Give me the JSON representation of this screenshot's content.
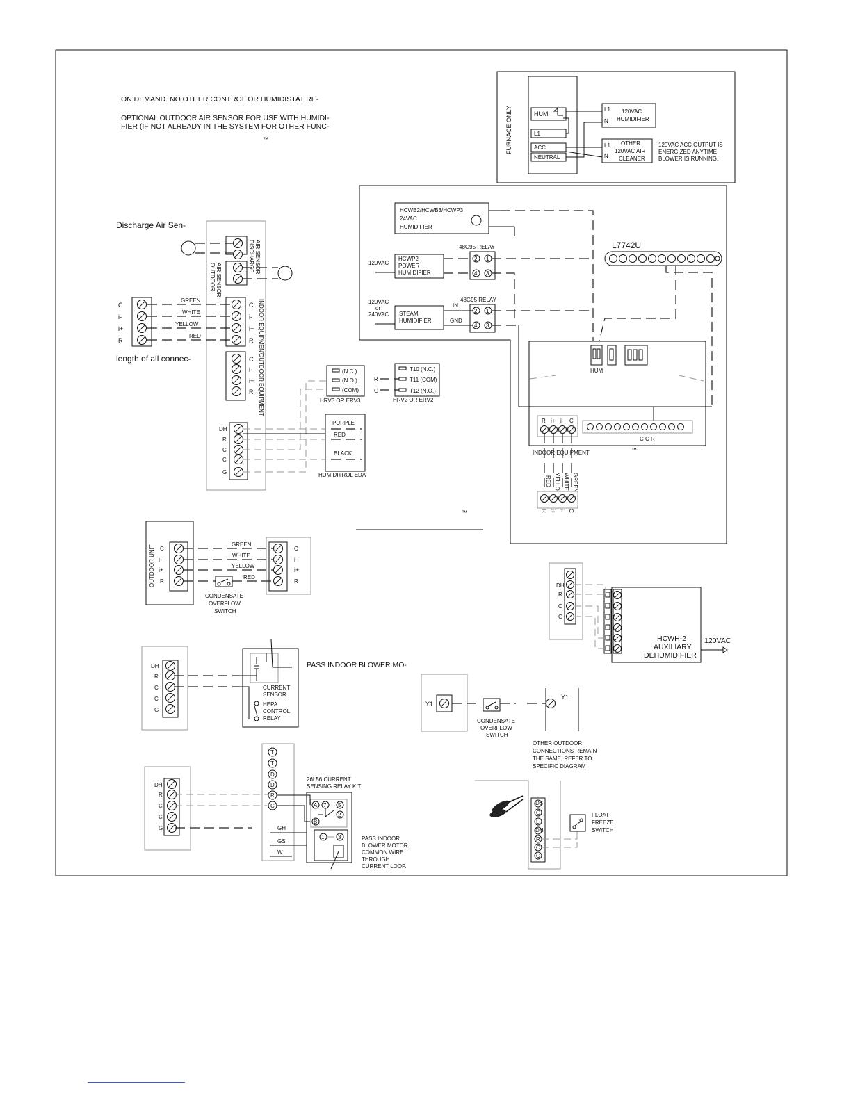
{
  "notes": {
    "n1": "ON DEMAND. NO OTHER CONTROL OR HUMIDISTAT RE-",
    "n2a": "OPTIONAL OUTDOOR AIR SENSOR FOR USE WITH HUMIDI-",
    "n2b": "FIER (IF NOT ALREADY IN THE SYSTEM FOR OTHER FUNC-",
    "tm": "™",
    "discharge": "Discharge Air Sen-",
    "length": "length of all connec-"
  },
  "furnace_box": {
    "vertical": "FURNACE ONLY",
    "hum": "HUM",
    "l1": "L1",
    "acc": "ACC",
    "neutral": "NEUTRAL",
    "r_l1": "L1",
    "r_n": "N",
    "hum_dev_a": "120VAC",
    "hum_dev_b": "HUMIDIFIER",
    "r2_l1": "L1",
    "r2_n": "N",
    "cleaner_a": "OTHER",
    "cleaner_b": "120VAC AIR",
    "cleaner_c": "CLEANER",
    "note_a": "120VAC  ACC  OUTPUT IS",
    "note_b": "ENERGIZED ANYTIME",
    "note_c": "BLOWER IS RUNNING."
  },
  "hum_box": {
    "hcwb_a": "HCWB2/HCWB3/HCWP3",
    "hcwb_b": "24VAC",
    "hcwb_c": "HUMIDIFIER",
    "relay1": "48G95 RELAY",
    "relay2": "48G95 RELAY",
    "v120": "120VAC",
    "hcwp2_a": "HCWP2",
    "hcwp2_b": "POWER",
    "hcwp2_c": "HUMIDIFIER",
    "steam_v_a": "120VAC",
    "steam_v_b": "or",
    "steam_v_c": "240VAC",
    "steam_a": "STEAM",
    "steam_b": "HUMIDIFIER",
    "in": "IN",
    "gnd": "GND",
    "t2": "2",
    "t1": "1",
    "t4": "4",
    "t3": "3",
    "l7742u": "L7742U",
    "hum_term": "HUM",
    "r": "R",
    "ip": "i+",
    "im": "i-",
    "c": "C",
    "ccr": "C    C    R",
    "indoor_equipment": "INDOOR  EQUIPMENT",
    "tm": "™",
    "wires": [
      "RED",
      "YELLOW",
      "WHITE",
      "GREEN"
    ],
    "bottom_labels": [
      "R",
      "i+",
      "i-",
      "C"
    ]
  },
  "main_panel": {
    "discharge_v": "DISCHARGE",
    "air_sensor_v": "AIR SENSOR",
    "outdoor_v": "OUTDOOR",
    "outdoor_air_v": "AIR SENSOR",
    "indoor_equip_v": "INDOOR  EQUIPMENT",
    "outdoor_equip_v": "OUTDOOR  EQUIPMENT",
    "terms_a": [
      "C",
      "i-",
      "i+",
      "R"
    ],
    "terms_b": [
      "C",
      "i-",
      "i+",
      "R"
    ],
    "left_terms": [
      "C",
      "i-",
      "i+",
      "R"
    ],
    "wires": [
      "GREEN",
      "WHITE",
      "YELLOW",
      "RED"
    ],
    "terms_c": [
      "DH",
      "R",
      "C",
      "C",
      "G"
    ],
    "hrv3": [
      "(N.C.)",
      "(N.O.)",
      "(COM)"
    ],
    "hrv3_label": "HRV3  OR  ERV3",
    "hrv2": [
      "T10 (N.C.)",
      "T11 (COM)",
      "T12 (N.O.)"
    ],
    "hrv2_label": "HRV2  OR  ERV2",
    "hrv2_r": "R",
    "hrv2_g": "G",
    "eda": [
      "PURPLE",
      "RED",
      "BLACK"
    ],
    "eda_label": "HUMIDITROL  EDA",
    "tm": "™"
  },
  "outdoor_unit": {
    "vertical": "OUTDOOR UNIT",
    "terms": [
      "C",
      "i-",
      "i+",
      "R"
    ],
    "wires": [
      "GREEN",
      "WHITE",
      "YELLOW",
      "RED"
    ],
    "right_terms": [
      "C",
      "i-",
      "i+",
      "R"
    ],
    "switch_a": "CONDENSATE",
    "switch_b": "OVERFLOW",
    "switch_c": "SWITCH"
  },
  "hcwh": {
    "terms": [
      "DH",
      "R",
      "C",
      "G"
    ],
    "a": "HCWH-2",
    "b": "AUXILIARY",
    "c": "DEHUMIDIFIER",
    "v": "120VAC"
  },
  "hepa": {
    "terms": [
      "DH",
      "R",
      "C",
      "C",
      "G"
    ],
    "pass": "PASS INDOOR BLOWER MO-",
    "cs_a": "CURRENT",
    "cs_b": "SENSOR",
    "relay_a": "HEPA",
    "relay_b": "CONTROL",
    "relay_c": "RELAY"
  },
  "y1_diag": {
    "y1_left": "Y1",
    "y1_right": "Y1",
    "sw_a": "CONDENSATE",
    "sw_b": "OVERFLOW",
    "sw_c": "SWITCH",
    "note_a": "OTHER OUTDOOR",
    "note_b": "CONNECTIONS REMAIN",
    "note_c": "THE SAME, REFER TO",
    "note_d": "SPECIFIC DIAGRAM"
  },
  "relay_kit": {
    "terms_left": [
      "DH",
      "R",
      "C",
      "C",
      "G"
    ],
    "terms_right": [
      "T",
      "T",
      "D",
      "D",
      "R",
      "C"
    ],
    "kit_a": "26L56 CURRENT",
    "kit_b": "SENSING RELAY KIT",
    "a": "A",
    "b": "B",
    "n7": "7",
    "n5": "5",
    "n2": "2",
    "n1": "1",
    "n3": "3",
    "gh": "GH",
    "gs": "GS",
    "w": "W",
    "pass_a": "PASS INDOOR",
    "pass_b": "BLOWER MOTOR",
    "pass_c": "COMMON WIRE",
    "pass_d": "THROUGH",
    "pass_e": "CURRENT LOOP."
  },
  "freeze": {
    "terms": [
      "DS",
      "O",
      "L",
      "DH",
      "R",
      "C",
      "C"
    ],
    "a": "FLOAT",
    "b": "FREEZE",
    "c": "SWITCH"
  }
}
